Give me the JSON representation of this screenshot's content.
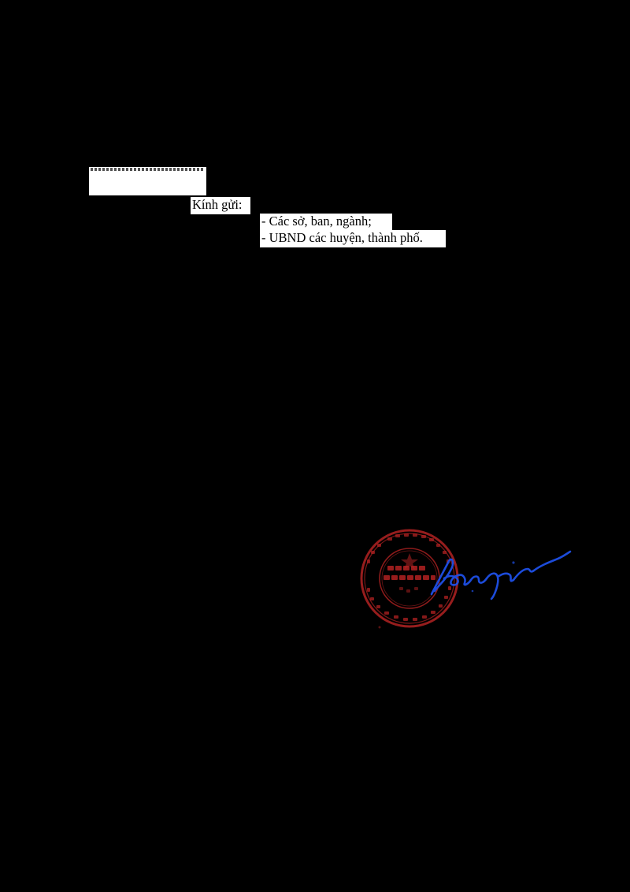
{
  "page": {
    "background_color": "#000000"
  },
  "recipients": {
    "greeting": "Kính gửi:",
    "items": [
      "- Các sở, ban, ngành;",
      "- UBND các huyện, thành phố."
    ]
  },
  "stamp": {
    "color": "#b22222",
    "icon": "red-official-seal"
  },
  "signature": {
    "color": "#1e50e6",
    "icon": "handwritten-signature"
  }
}
